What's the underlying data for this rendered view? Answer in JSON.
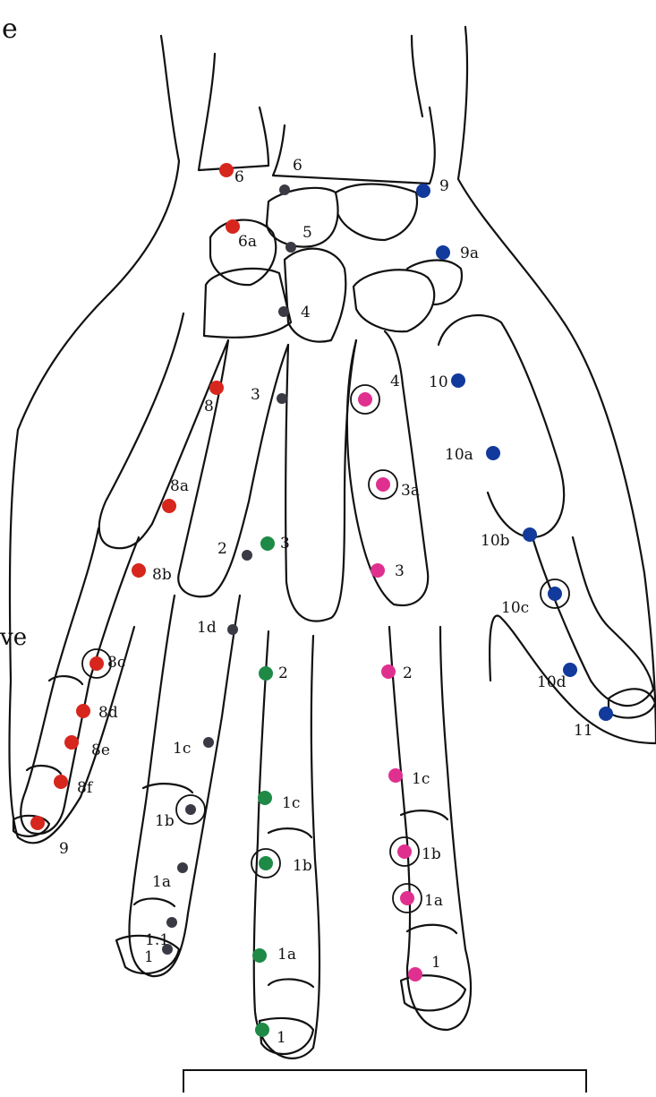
{
  "figure": {
    "partial_text_top_left": "e",
    "partial_text_left": "ve"
  },
  "colors": {
    "red": "#d7261e",
    "dark": "#3a3a44",
    "blue": "#123a9c",
    "pink": "#e0308f",
    "green": "#1e8a46",
    "outline": "#111111"
  },
  "points": {
    "red": [
      "6",
      "6a",
      "8",
      "8a",
      "8b",
      "8c",
      "8d",
      "8e",
      "8f",
      "9"
    ],
    "dark": [
      "6",
      "5",
      "4",
      "3",
      "2",
      "1d",
      "1c",
      "1b",
      "1a",
      "1.1",
      "1"
    ],
    "green": [
      "3",
      "2",
      "1c",
      "1b",
      "1a",
      "1"
    ],
    "pink": [
      "4",
      "3a",
      "3",
      "2",
      "1c",
      "1b",
      "1a",
      "1"
    ],
    "blue": [
      "9",
      "9a",
      "10",
      "10a",
      "10b",
      "10c",
      "10d",
      "11"
    ]
  }
}
